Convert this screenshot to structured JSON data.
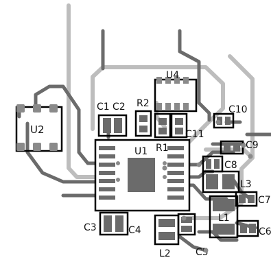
{
  "board": {
    "components": {
      "u1": "U1",
      "u2": "U2",
      "u4": "U4",
      "r1": "R1",
      "r2": "R2",
      "c1": "C1",
      "c2": "C2",
      "c3": "C3",
      "c4": "C4",
      "c5": "C5",
      "c6": "C6",
      "c7": "C7",
      "c8": "C8",
      "c9": "C9",
      "c10": "C10",
      "c11": "C11",
      "l1": "L1",
      "l2": "L2",
      "l3": "L3"
    },
    "colors": {
      "background": "#ffffff",
      "bottom_trace": "#bdbdbd",
      "top_trace": "#6b6b6b",
      "pad": "#8a8a8a",
      "outline": "#000000"
    }
  }
}
